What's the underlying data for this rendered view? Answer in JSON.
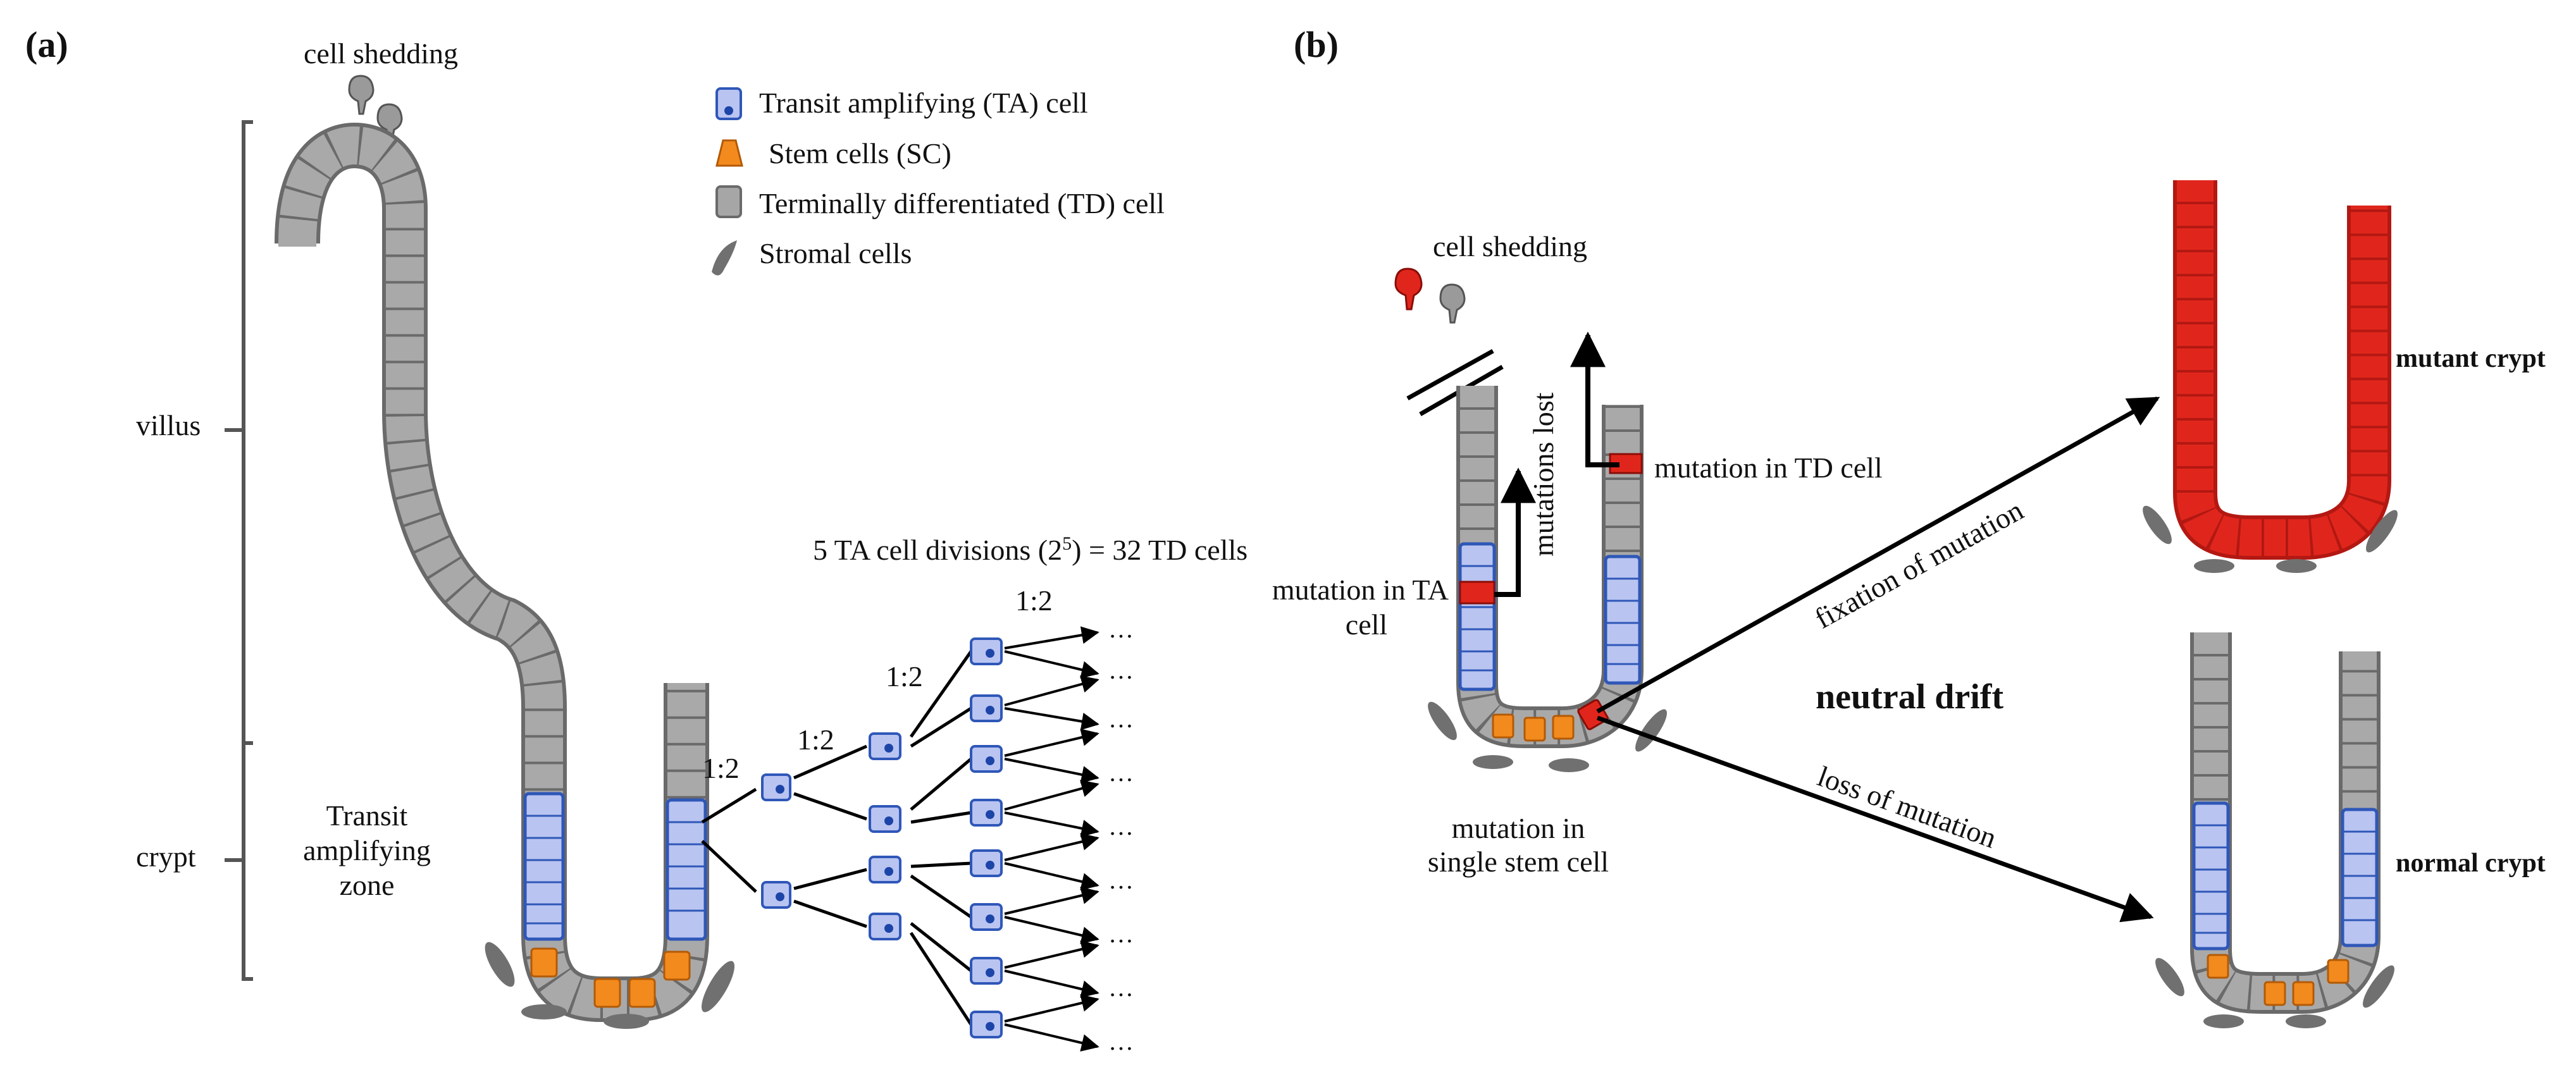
{
  "colors": {
    "ta_fill": "#b9c4f1",
    "ta_stroke": "#2f57b8",
    "ta_nucleus": "#1d45a8",
    "stem_fill": "#f28a1e",
    "td_fill": "#a6a6a6",
    "td_stroke": "#6a6a6a",
    "mutant": "#e0261c",
    "stromal": "#707070"
  },
  "panel_a": {
    "label": "(a)",
    "cell_shedding": "cell shedding",
    "villus": "villus",
    "crypt": "crypt",
    "transit_zone": [
      "Transit",
      "amplifying",
      "zone"
    ],
    "legend": [
      {
        "icon": "ta-cell-icon",
        "text": "Transit amplifying (TA) cell"
      },
      {
        "icon": "stem-cell-icon",
        "text": "Stem cells (SC)"
      },
      {
        "icon": "td-cell-icon",
        "text": "Terminally differentiated (TD) cell"
      },
      {
        "icon": "stromal-cell-icon",
        "text": "Stromal cells"
      }
    ],
    "divisions_title_pre": "5 TA cell divisions (2",
    "divisions_title_sup": "5",
    "divisions_title_post": ") = 32 TD cells",
    "ratio": "1:2",
    "ellipsis": "…"
  },
  "panel_b": {
    "label": "(b)",
    "cell_shedding": "cell shedding",
    "mutations_lost": "mutations lost",
    "mutation_td": "mutation in TD cell",
    "mutation_ta": [
      "mutation in TA",
      "cell"
    ],
    "mutation_stem": [
      "mutation in",
      "single stem cell"
    ],
    "neutral_drift": "neutral drift",
    "fixation": "fixation of mutation",
    "loss": "loss of mutation",
    "mutant_crypt": "mutant crypt",
    "normal_crypt": "normal crypt"
  }
}
